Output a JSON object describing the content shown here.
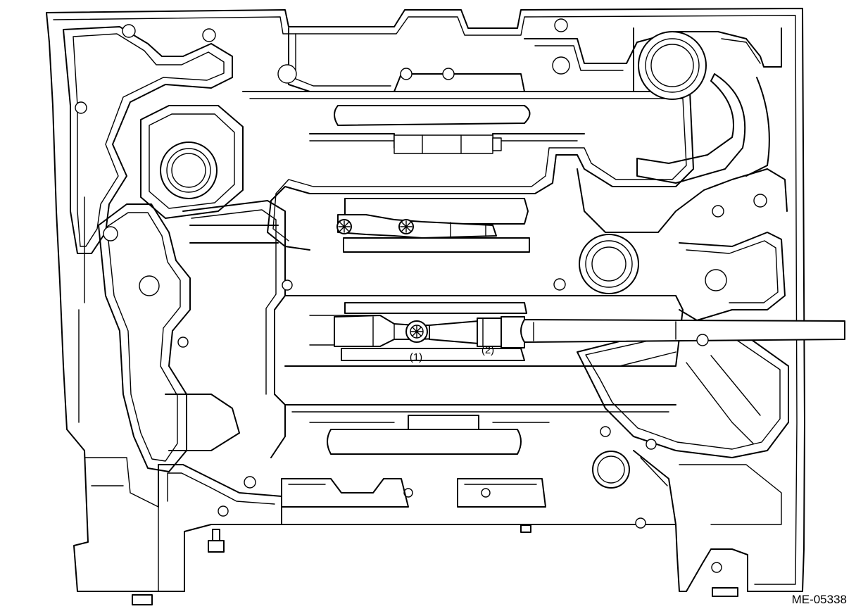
{
  "figure": {
    "id": "ME-05338",
    "callouts": [
      {
        "key": "1",
        "label": "(1)"
      },
      {
        "key": "2",
        "label": "(2)"
      }
    ]
  },
  "colors": {
    "ink": "#000000",
    "paper": "#ffffff"
  }
}
